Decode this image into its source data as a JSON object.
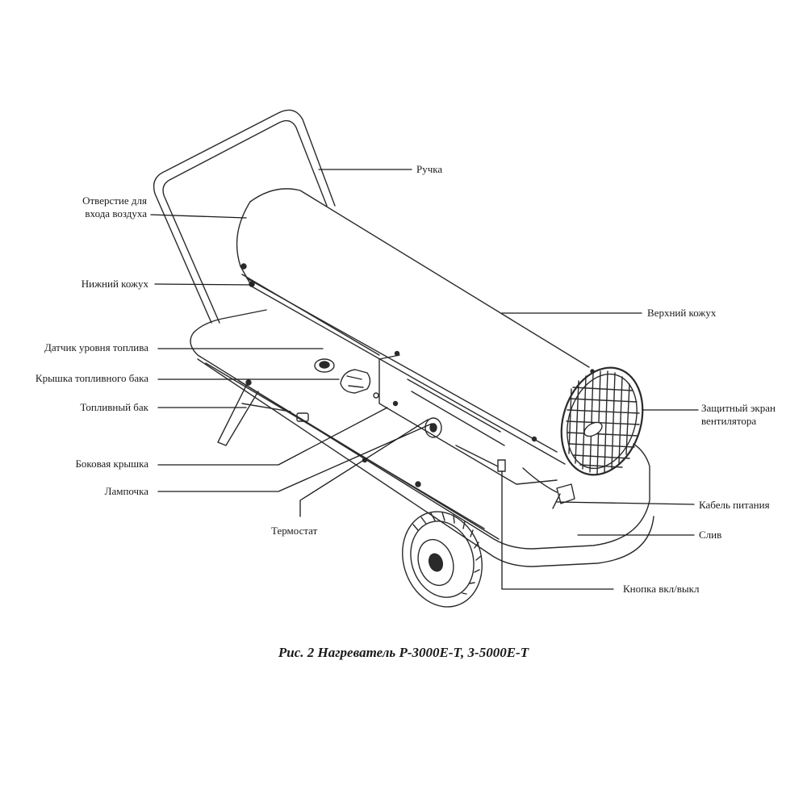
{
  "labels": {
    "handle": "Ручка",
    "air_inlet_line1": "Отверстие для",
    "air_inlet_line2": "входа воздуха",
    "lower_casing": "Нижний кожух",
    "upper_casing": "Верхний кожух",
    "fuel_level_sensor": "Датчик уровня топлива",
    "fuel_tank_cap": "Крышка топливного бака",
    "fuel_tank": "Топливный бак",
    "fan_guard_line1": "Защитный экран",
    "fan_guard_line2": "вентилятора",
    "side_cover": "Боковая крышка",
    "lamp": "Лампочка",
    "power_cable": "Кабель питания",
    "drain": "Слив",
    "thermostat": "Термостат",
    "power_button": "Кнопка вкл/выкл"
  },
  "caption": "Рис. 2  Нагреватель Р-3000Е-Т, 3-5000Е-Т"
}
